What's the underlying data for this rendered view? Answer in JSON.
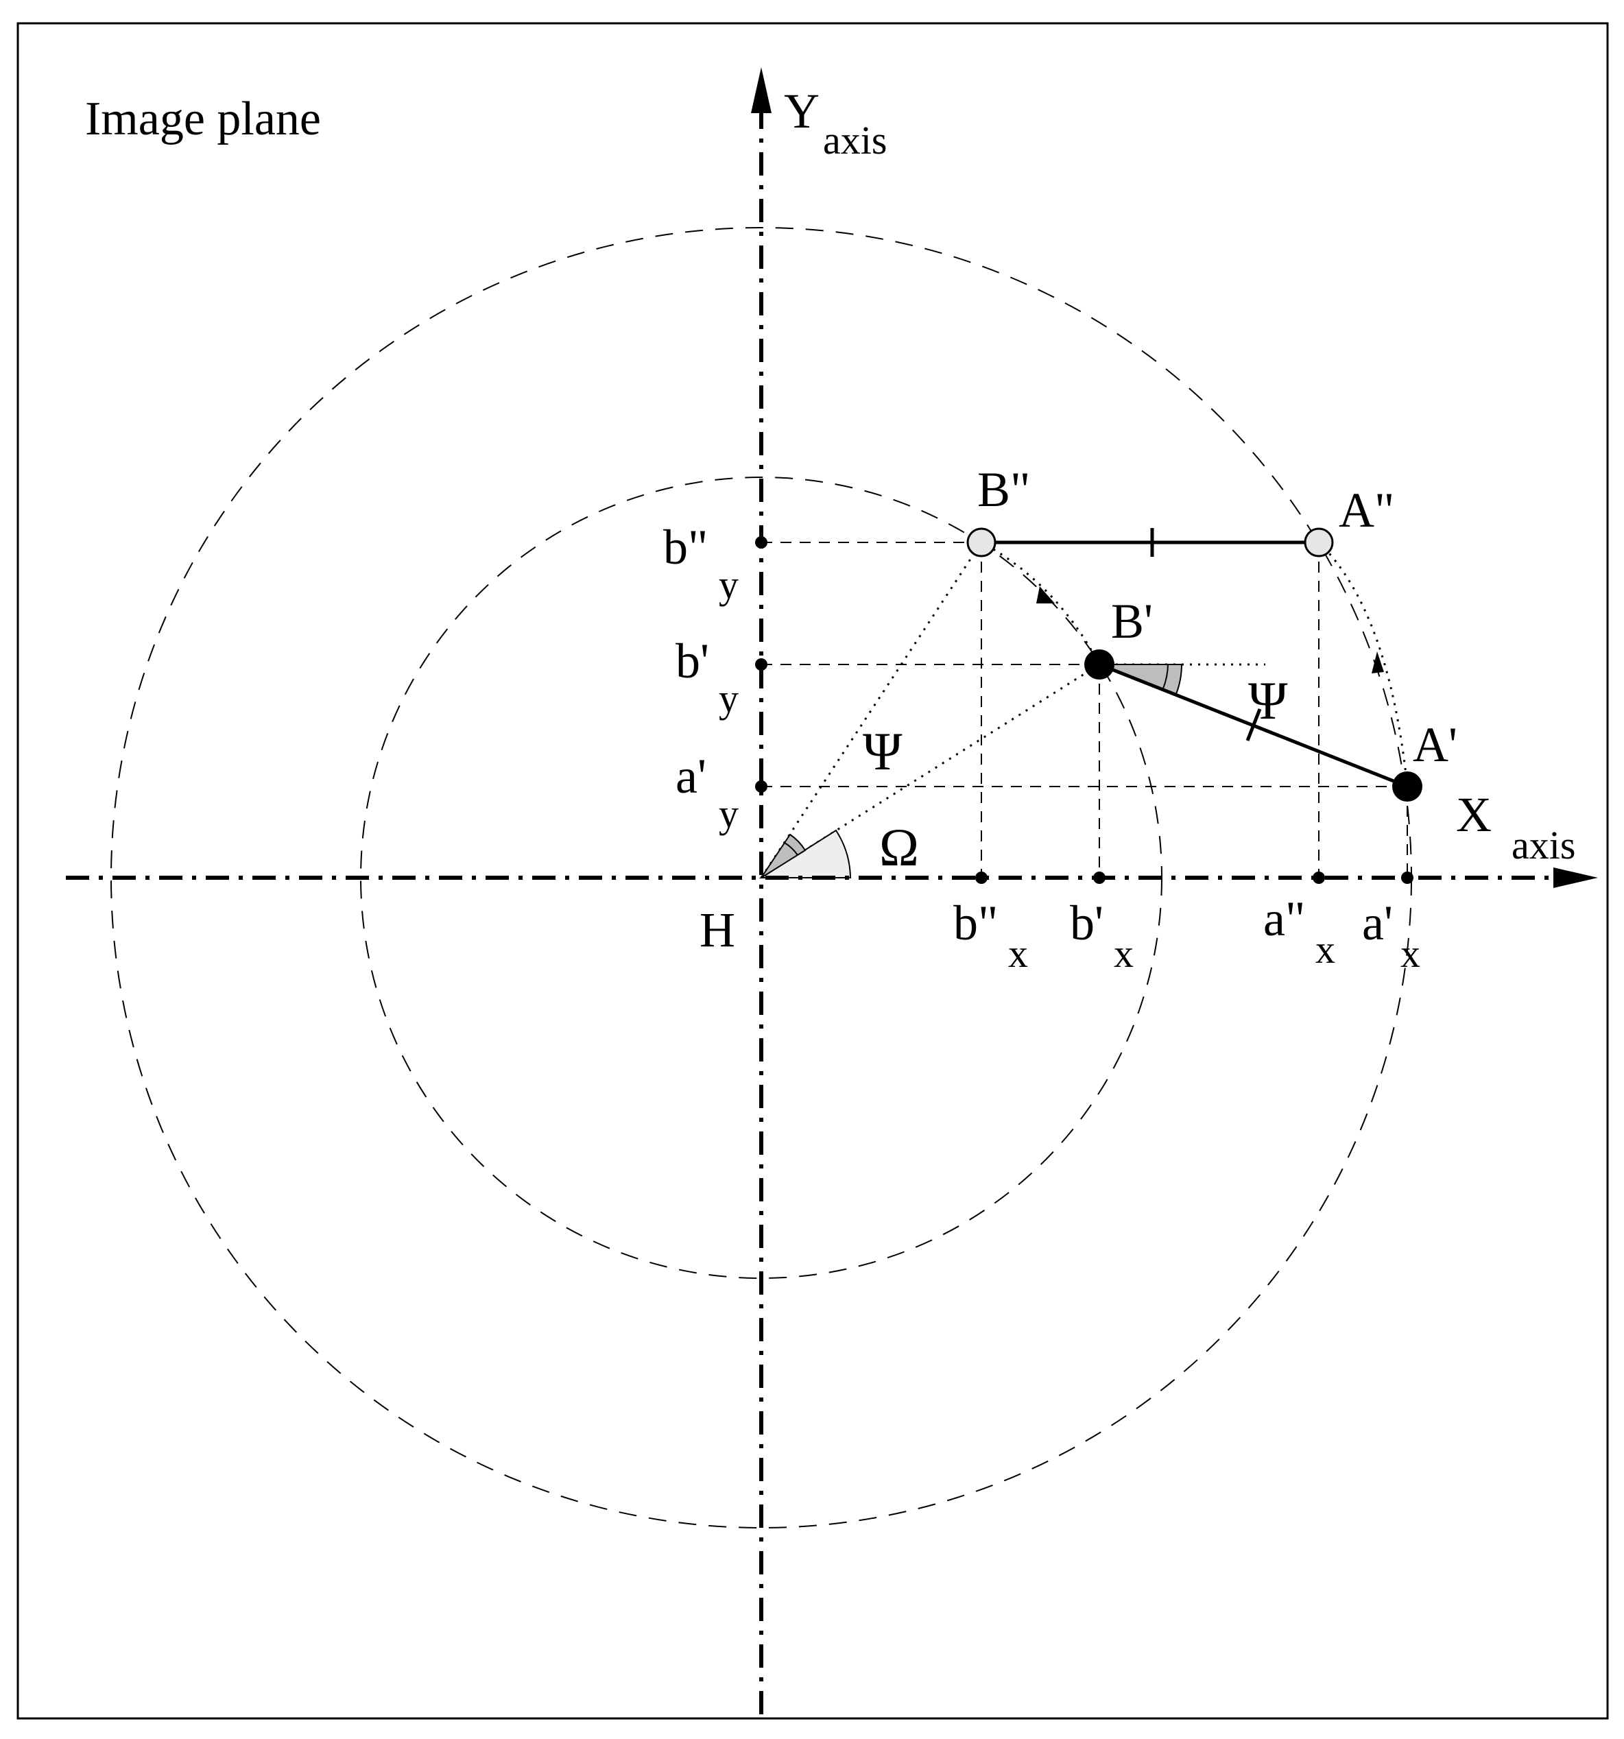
{
  "title": "Image plane",
  "axes": {
    "y_main": "Y",
    "y_sub": "axis",
    "x_main": "X",
    "x_sub": "axis",
    "origin": "H"
  },
  "points": {
    "b2": "B\"",
    "a2": "A\"",
    "b1": "B'",
    "a1": "A'"
  },
  "y_ticks": [
    {
      "main": "b\"",
      "sub": "y"
    },
    {
      "main": "b'",
      "sub": "y"
    },
    {
      "main": "a'",
      "sub": "y"
    }
  ],
  "x_ticks": [
    {
      "main": "b\"",
      "sub": "x"
    },
    {
      "main": "b'",
      "sub": "x"
    },
    {
      "main": "a\"",
      "sub": "x"
    },
    {
      "main": "a'",
      "sub": "x"
    }
  ],
  "angles": {
    "psi": "Ψ",
    "omega": "Ω"
  }
}
